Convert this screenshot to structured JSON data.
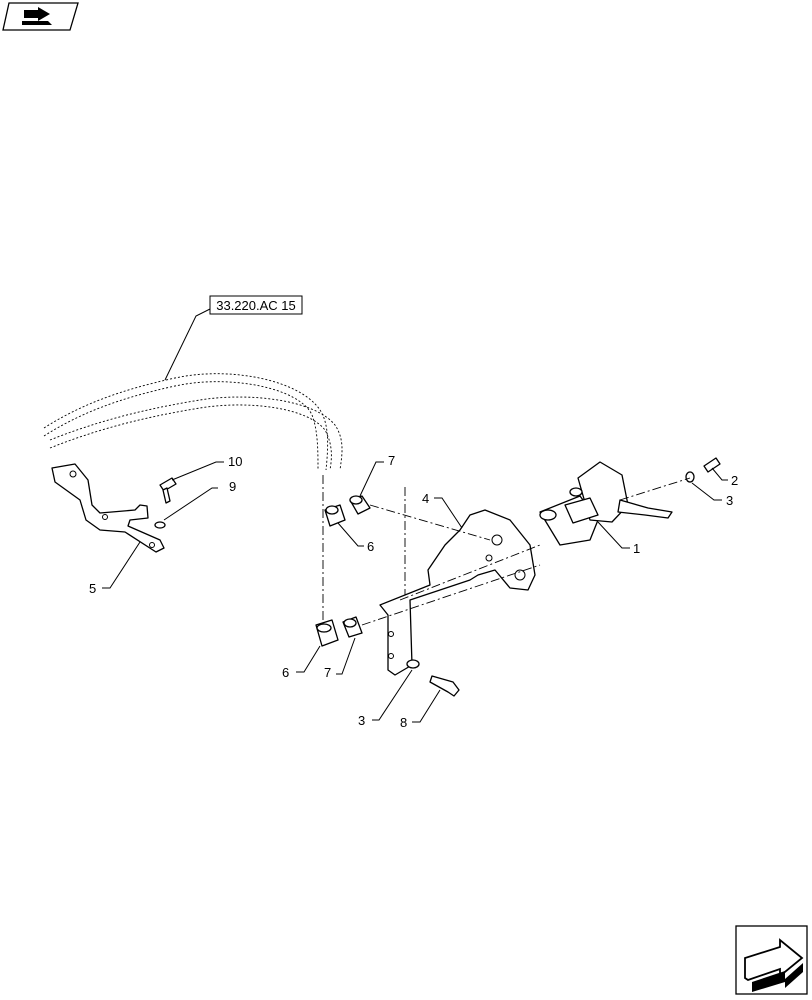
{
  "reference_label": "33.220.AC 15",
  "callouts": [
    {
      "id": "c1",
      "text": "1"
    },
    {
      "id": "c2",
      "text": "2"
    },
    {
      "id": "c3a",
      "text": "3"
    },
    {
      "id": "c3b",
      "text": "3"
    },
    {
      "id": "c4",
      "text": "4"
    },
    {
      "id": "c5",
      "text": "5"
    },
    {
      "id": "c6a",
      "text": "6"
    },
    {
      "id": "c6b",
      "text": "6"
    },
    {
      "id": "c7a",
      "text": "7"
    },
    {
      "id": "c7b",
      "text": "7"
    },
    {
      "id": "c8",
      "text": "8"
    },
    {
      "id": "c9",
      "text": "9"
    },
    {
      "id": "c10",
      "text": "10"
    }
  ],
  "icons": {
    "top_left": "book-arrow-icon",
    "bottom_right": "next-page-arrow-icon"
  }
}
